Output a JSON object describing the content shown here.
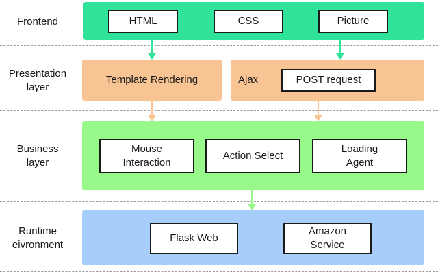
{
  "layers": {
    "frontend": {
      "label": "Frontend",
      "color": "#2fe39a",
      "items": [
        "HTML",
        "CSS",
        "Picture"
      ]
    },
    "presentation": {
      "label": "Presentation\nlayer",
      "color": "#f9c493",
      "template_rendering": "Template Rendering",
      "ajax": "Ajax",
      "post_request": "POST request"
    },
    "business": {
      "label": "Business\nlayer",
      "color": "#98f98b",
      "items": [
        "Mouse\nInteraction",
        "Action Select",
        "Loading\nAgent"
      ]
    },
    "runtime": {
      "label": "Runtime\neivronment",
      "color": "#a7cdfa",
      "items": [
        "Flask Web",
        "Amazon\nService"
      ]
    }
  },
  "arrow_colors": {
    "from_frontend": "#2fe39a",
    "from_presentation": "#f9c493",
    "from_business": "#98f98b"
  }
}
